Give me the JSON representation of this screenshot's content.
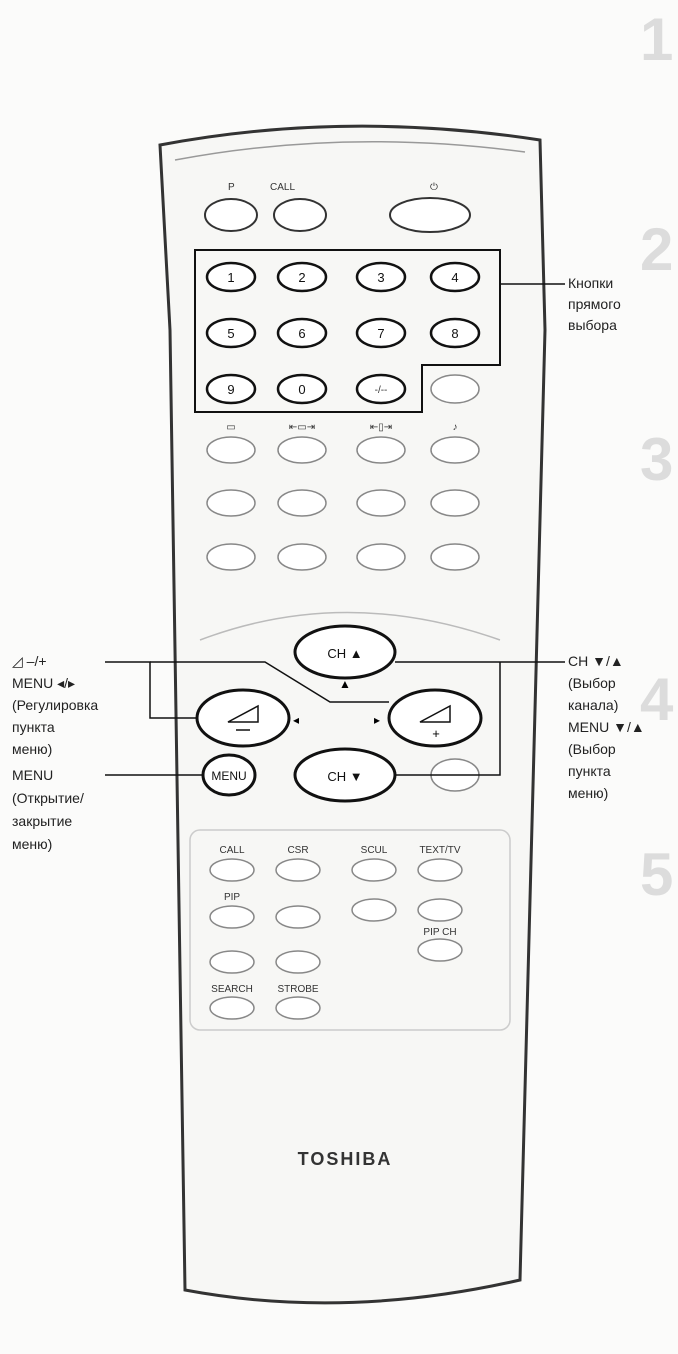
{
  "remote": {
    "brand": "TOSHIBA",
    "top_labels": {
      "p": "P",
      "call": "CALL",
      "power": "⏻"
    },
    "digits": [
      "1",
      "2",
      "3",
      "4",
      "5",
      "6",
      "7",
      "8",
      "9",
      "0",
      "-/--"
    ],
    "ch_up": "CH ▲",
    "ch_down": "CH ▼",
    "menu": "MENU",
    "row_icons": [
      "▭",
      "⇤▭⇥",
      "⇤▯⇥",
      "♪"
    ],
    "lower_labels": [
      "CALL",
      "CSR",
      "SCUL",
      "TEXT/TV",
      "PIP",
      "",
      "",
      "PIP CH",
      "",
      "",
      "SEARCH",
      "STROBE"
    ]
  },
  "annotations": {
    "direct": [
      "Кнопки",
      "прямого",
      "выбора"
    ],
    "volume": [
      "◿ –/+",
      "MENU ◂/▸",
      "(Регулировка",
      "пункта",
      "меню)"
    ],
    "menu": [
      "MENU",
      "(Открытие/",
      "закрытие",
      "меню)"
    ],
    "channel": [
      "CH ▼/▲",
      "(Выбор",
      "канала)",
      "MENU ▼/▲",
      "(Выбор",
      "пункта",
      "меню)"
    ]
  },
  "page_marks": {
    "n1": "1",
    "n2": "2",
    "n3": "3",
    "n4": "4",
    "n5": "5"
  }
}
